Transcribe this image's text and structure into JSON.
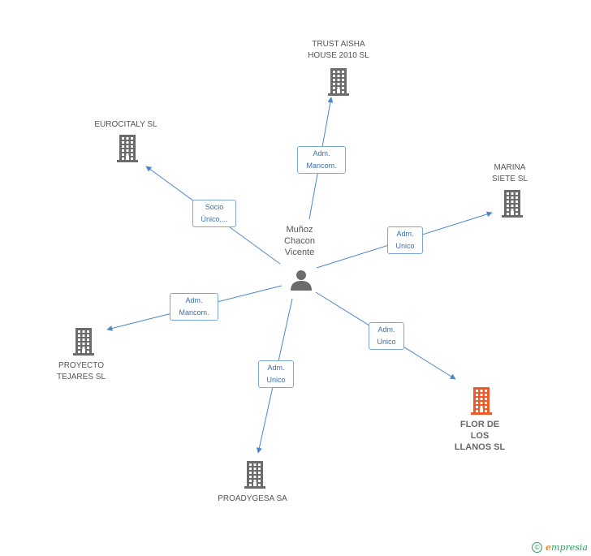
{
  "center": {
    "name_lines": [
      "Muñoz",
      "Chacon",
      "Vicente"
    ]
  },
  "companies": [
    {
      "id": "trust",
      "lines": [
        "TRUST AISHA",
        "HOUSE 2010 SL"
      ],
      "highlight": false
    },
    {
      "id": "eurocitaly",
      "lines": [
        "EUROCITALY SL"
      ],
      "highlight": false
    },
    {
      "id": "marina",
      "lines": [
        "MARINA",
        "SIETE SL"
      ],
      "highlight": false
    },
    {
      "id": "proyecto",
      "lines": [
        "PROYECTO",
        "TEJARES SL"
      ],
      "highlight": false
    },
    {
      "id": "proadygesa",
      "lines": [
        "PROADYGESA SA"
      ],
      "highlight": false
    },
    {
      "id": "flor",
      "lines": [
        "FLOR DE",
        "LOS",
        "LLANOS SL"
      ],
      "highlight": true
    }
  ],
  "relations": [
    {
      "target": "trust",
      "lines": [
        "Adm.",
        "Mancom."
      ]
    },
    {
      "target": "eurocitaly",
      "lines": [
        "Socio",
        "Único,..."
      ]
    },
    {
      "target": "marina",
      "lines": [
        "Adm.",
        "Unico"
      ]
    },
    {
      "target": "proyecto",
      "lines": [
        "Adm.",
        "Mancom."
      ]
    },
    {
      "target": "proadygesa",
      "lines": [
        "Adm.",
        "Unico"
      ]
    },
    {
      "target": "flor",
      "lines": [
        "Adm.",
        "Unico"
      ]
    }
  ],
  "colors": {
    "edge": "#4a86c8",
    "building": "#6b6b6b",
    "building_highlight": "#f05a28",
    "person": "#6b6b6b"
  },
  "footer": {
    "copyright_symbol": "©",
    "brand_initial": "e",
    "brand_rest": "mpresia"
  }
}
